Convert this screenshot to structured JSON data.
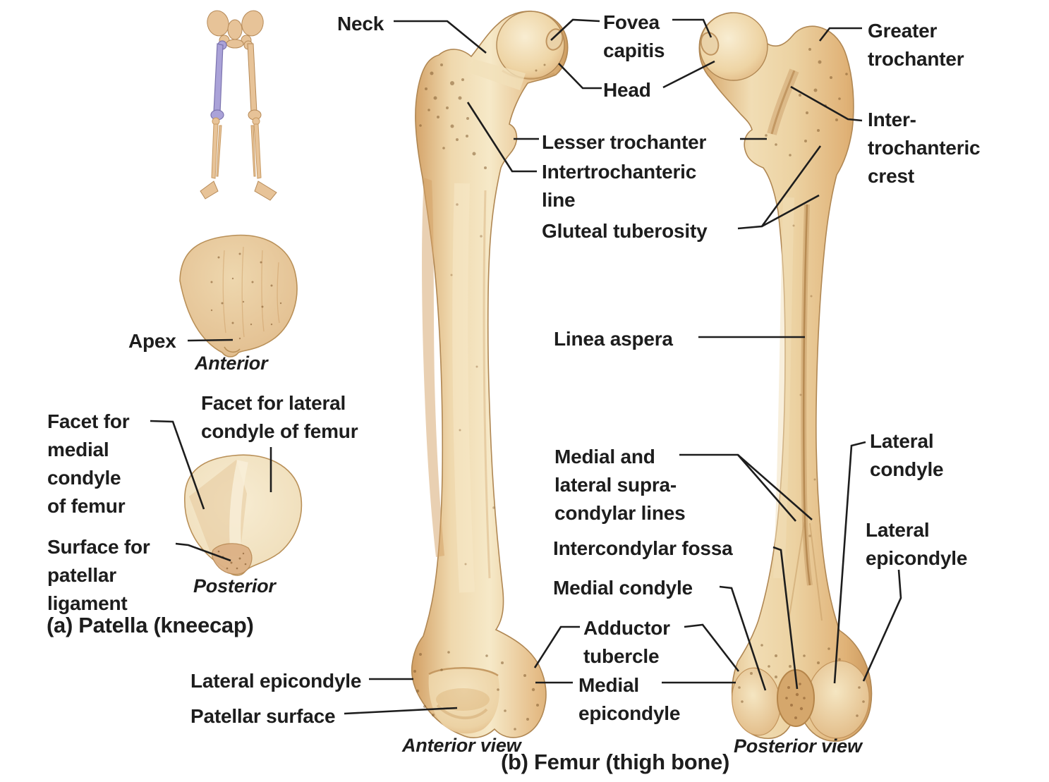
{
  "figure": {
    "colors": {
      "background": "#ffffff",
      "label_text": "#1d1d1d",
      "leader_line": "#1d1d1d",
      "bone_light": "#f6e9c8",
      "bone_base": "#e9c694",
      "bone_shadow": "#cfa065",
      "bone_outline": "#b08753",
      "highlighted_femur_purple": "#a9a2d8"
    }
  },
  "panel_a": {
    "title": "(a) Patella (kneecap)",
    "captions": {
      "anterior": "Anterior",
      "posterior": "Posterior"
    },
    "labels": {
      "apex": "Apex",
      "facet_medial": "Facet for\nmedial\ncondyle\nof femur",
      "facet_lateral": "Facet for lateral\ncondyle of femur",
      "surface_patellar_ligament": "Surface for\npatellar\nligament"
    }
  },
  "panel_b": {
    "title": "(b) Femur (thigh bone)",
    "captions": {
      "anterior_view": "Anterior view",
      "posterior_view": "Posterior view"
    },
    "labels": {
      "neck": "Neck",
      "fovea_capitis": "Fovea\ncapitis",
      "head": "Head",
      "greater_trochanter": "Greater\ntrochanter",
      "lesser_trochanter": "Lesser trochanter",
      "intertrochanteric_line": "Intertrochanteric\nline",
      "intertrochanteric_crest": "Inter-\ntrochanteric\ncrest",
      "gluteal_tuberosity": "Gluteal tuberosity",
      "linea_aspera": "Linea aspera",
      "supracondylar_lines": "Medial and\nlateral supra-\ncondylar lines",
      "intercondylar_fossa": "Intercondylar fossa",
      "medial_condyle": "Medial condyle",
      "lateral_condyle": "Lateral\ncondyle",
      "lateral_epicondyle_posterior": "Lateral\nepicondyle",
      "adductor_tubercle": "Adductor\ntubercle",
      "medial_epicondyle": "Medial\nepicondyle",
      "lateral_epicondyle_anterior": "Lateral epicondyle",
      "patellar_surface": "Patellar surface"
    }
  }
}
